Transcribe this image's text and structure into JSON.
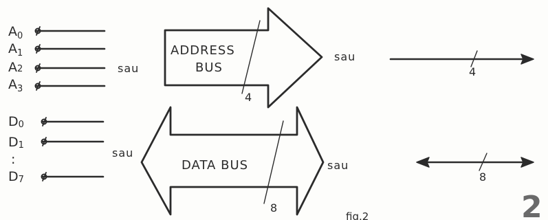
{
  "address_pins": [
    {
      "letter": "A",
      "index": "0"
    },
    {
      "letter": "A",
      "index": "1"
    },
    {
      "letter": "A",
      "index": "2"
    },
    {
      "letter": "A",
      "index": "3"
    }
  ],
  "data_pins": [
    {
      "letter": "D",
      "index": "0"
    },
    {
      "letter": "D",
      "index": "1"
    },
    {
      "letter": "D",
      "index": "7"
    }
  ],
  "data_pin_ellipsis": ":",
  "sau_text": "sau",
  "address_bus": {
    "line1": "ADDRESS",
    "line2": "BUS",
    "width": "4"
  },
  "data_bus": {
    "label": "DATA BUS",
    "width": "8"
  },
  "address_line_width": "4",
  "data_line_width": "8",
  "caption": "fig.2",
  "page_number": "2"
}
